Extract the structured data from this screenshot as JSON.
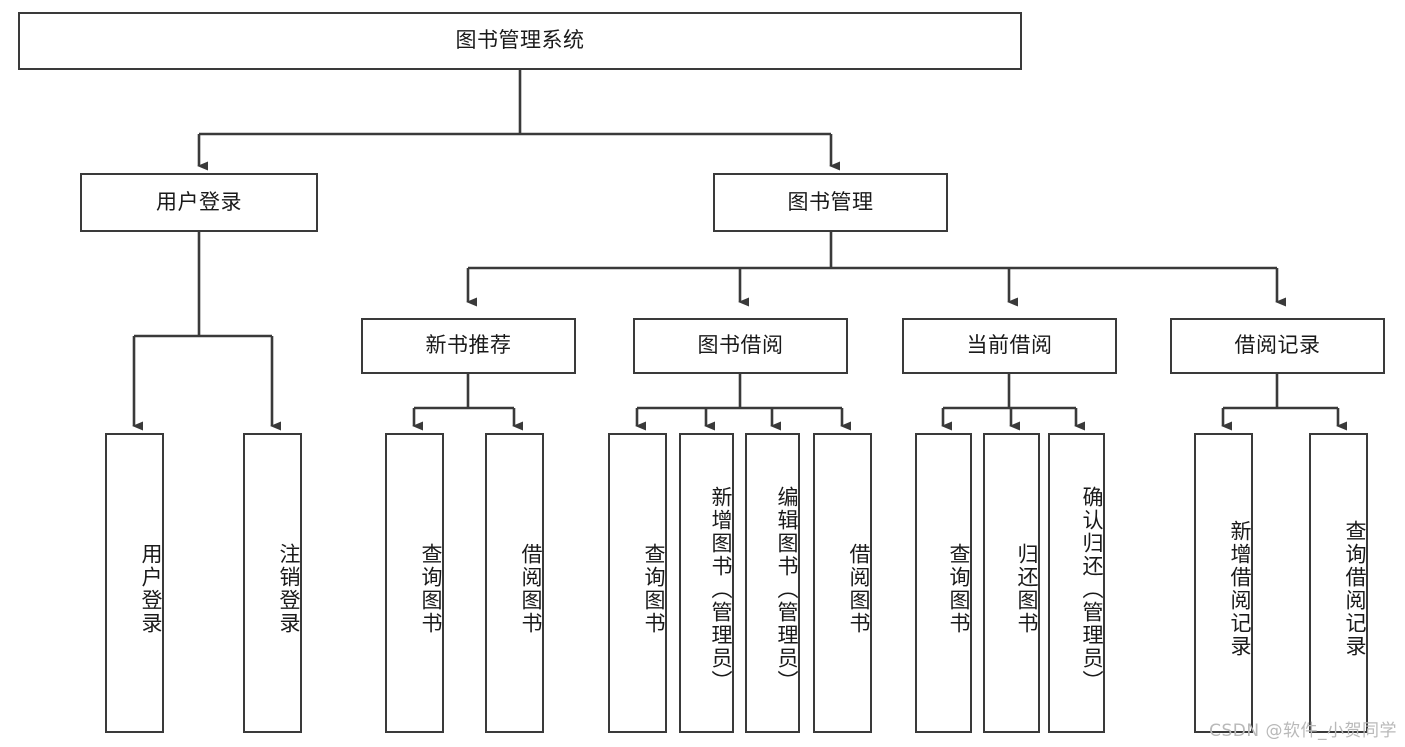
{
  "diagram": {
    "type": "tree",
    "title": "图书管理系统",
    "root": {
      "id": "root",
      "label": "图书管理系统",
      "orientation": "horizontal"
    },
    "level2": [
      {
        "id": "user-login",
        "label": "用户登录",
        "orientation": "horizontal"
      },
      {
        "id": "book-manage",
        "label": "图书管理",
        "orientation": "horizontal"
      }
    ],
    "level3": [
      {
        "id": "new-book-rec",
        "label": "新书推荐",
        "orientation": "horizontal",
        "parent": "book-manage"
      },
      {
        "id": "book-borrow",
        "label": "图书借阅",
        "orientation": "horizontal",
        "parent": "book-manage"
      },
      {
        "id": "current-borrow",
        "label": "当前借阅",
        "orientation": "horizontal",
        "parent": "book-manage"
      },
      {
        "id": "borrow-record",
        "label": "借阅记录",
        "orientation": "horizontal",
        "parent": "book-manage"
      }
    ],
    "leaves": [
      {
        "id": "leaf-user-login",
        "label": "用户登录",
        "orientation": "vertical",
        "parent": "user-login"
      },
      {
        "id": "leaf-logout",
        "label": "注销登录",
        "orientation": "vertical",
        "parent": "user-login"
      },
      {
        "id": "leaf-query-book-1",
        "label": "查询图书",
        "orientation": "vertical",
        "parent": "new-book-rec"
      },
      {
        "id": "leaf-borrow-book-1",
        "label": "借阅图书",
        "orientation": "vertical",
        "parent": "new-book-rec"
      },
      {
        "id": "leaf-query-book-2",
        "label": "查询图书",
        "orientation": "vertical",
        "parent": "book-borrow"
      },
      {
        "id": "leaf-add-book",
        "label": "新增图书（管理员）",
        "orientation": "vertical",
        "parent": "book-borrow"
      },
      {
        "id": "leaf-edit-book",
        "label": "编辑图书（管理员）",
        "orientation": "vertical",
        "parent": "book-borrow"
      },
      {
        "id": "leaf-borrow-book-2",
        "label": "借阅图书",
        "orientation": "vertical",
        "parent": "book-borrow"
      },
      {
        "id": "leaf-query-book-3",
        "label": "查询图书",
        "orientation": "vertical",
        "parent": "current-borrow"
      },
      {
        "id": "leaf-return-book",
        "label": "归还图书",
        "orientation": "vertical",
        "parent": "current-borrow"
      },
      {
        "id": "leaf-confirm-return",
        "label": "确认归还（管理员）",
        "orientation": "vertical",
        "parent": "current-borrow"
      },
      {
        "id": "leaf-add-record",
        "label": "新增借阅记录",
        "orientation": "vertical",
        "parent": "borrow-record"
      },
      {
        "id": "leaf-query-record",
        "label": "查询借阅记录",
        "orientation": "vertical",
        "parent": "borrow-record"
      }
    ]
  },
  "watermark": {
    "text": "CSDN @软件_小贺同学"
  },
  "colors": {
    "stroke": "#3a3a3a",
    "box_fill": "#ffffff",
    "text": "#1a1a1a",
    "watermark": "#b9b9b9",
    "background": "#ffffff"
  }
}
